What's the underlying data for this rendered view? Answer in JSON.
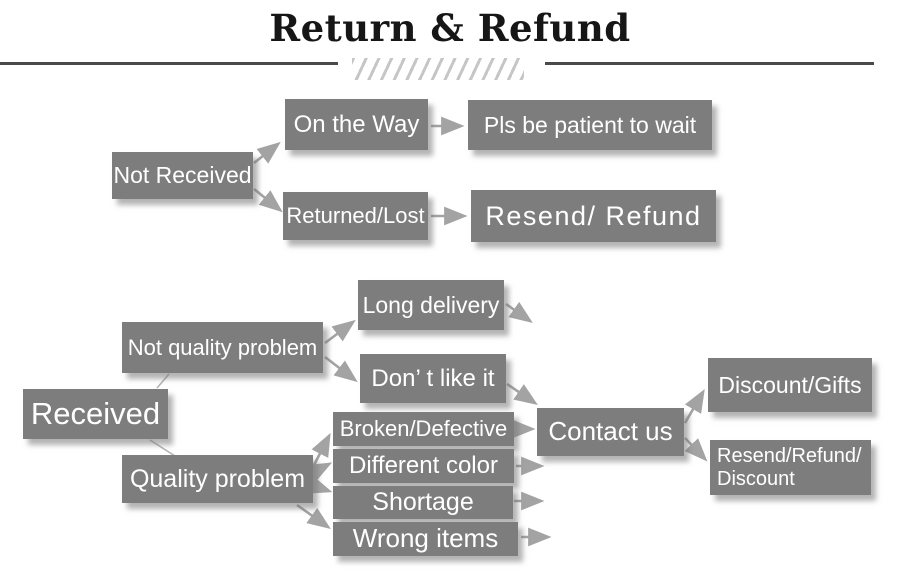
{
  "title": "Return & Refund",
  "colors": {
    "box": "#7d7d7d",
    "box_text": "#ffffff",
    "arrow": "#a3a3a3",
    "title_text": "#161616",
    "rule": "#4a4a4a",
    "hatch": "#c6c6c6"
  },
  "nodes": {
    "not_received": {
      "label": "Not Received"
    },
    "on_the_way": {
      "label": "On the Way"
    },
    "pls_wait": {
      "label": "Pls be patient to wait"
    },
    "returned_lost": {
      "label": "Returned/Lost"
    },
    "resend_refund": {
      "label": "Resend/ Refund"
    },
    "received": {
      "label": "Received"
    },
    "not_quality_problem": {
      "label": "Not quality problem"
    },
    "long_delivery": {
      "label": "Long delivery"
    },
    "dont_like_it": {
      "label": "Don’ t like it"
    },
    "quality_problem": {
      "label": "Quality problem"
    },
    "broken_defective": {
      "label": "Broken/Defective"
    },
    "different_color": {
      "label": "Different color"
    },
    "shortage": {
      "label": "Shortage"
    },
    "wrong_items": {
      "label": "Wrong items"
    },
    "contact_us": {
      "label": "Contact us"
    },
    "discount_gifts": {
      "label": "Discount/Gifts"
    },
    "resend_refund_discount": {
      "line1": "Resend/Refund/",
      "line2": "Discount"
    }
  },
  "edges": [
    {
      "from": "not_received",
      "to": "on_the_way",
      "arrow": true
    },
    {
      "from": "not_received",
      "to": "returned_lost",
      "arrow": true
    },
    {
      "from": "on_the_way",
      "to": "pls_wait",
      "arrow": true
    },
    {
      "from": "returned_lost",
      "to": "resend_refund",
      "arrow": true
    },
    {
      "from": "received",
      "to": "not_quality_problem",
      "arrow": false
    },
    {
      "from": "received",
      "to": "quality_problem",
      "arrow": false
    },
    {
      "from": "not_quality_problem",
      "to": "long_delivery",
      "arrow": true
    },
    {
      "from": "not_quality_problem",
      "to": "dont_like_it",
      "arrow": true
    },
    {
      "from": "long_delivery",
      "to": "contact_us",
      "arrow": true
    },
    {
      "from": "dont_like_it",
      "to": "contact_us",
      "arrow": true
    },
    {
      "from": "quality_problem",
      "to": "broken_defective",
      "arrow": true
    },
    {
      "from": "quality_problem",
      "to": "different_color",
      "arrow": true
    },
    {
      "from": "quality_problem",
      "to": "shortage",
      "arrow": true
    },
    {
      "from": "quality_problem",
      "to": "wrong_items",
      "arrow": true
    },
    {
      "from": "broken_defective",
      "to": "contact_us",
      "arrow": true
    },
    {
      "from": "different_color",
      "to": "contact_us",
      "arrow": true
    },
    {
      "from": "shortage",
      "to": "contact_us",
      "arrow": true
    },
    {
      "from": "wrong_items",
      "to": "contact_us",
      "arrow": true
    },
    {
      "from": "contact_us",
      "to": "discount_gifts",
      "arrow": true
    },
    {
      "from": "contact_us",
      "to": "resend_refund_discount",
      "arrow": true
    }
  ]
}
